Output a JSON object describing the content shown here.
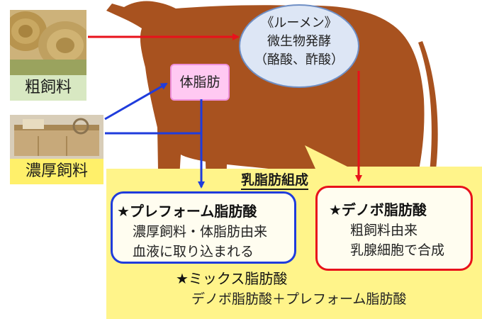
{
  "feeds": {
    "roughage_label": "粗飼料",
    "concentrate_label": "濃厚飼料"
  },
  "rumen": {
    "title": "《ルーメン》",
    "line1": "微生物発酵",
    "line2": "（酪酸、酢酸）"
  },
  "body_fat_label": "体脂肪",
  "milk_fat": {
    "title": "乳脂肪組成",
    "preformed": {
      "title": "★プレフォーム脂肪酸",
      "line1": "濃厚飼料・体脂肪由来",
      "line2": "血液に取り込まれる"
    },
    "denovo": {
      "title": "★デノボ脂肪酸",
      "line1": "粗飼料由来",
      "line2": "乳腺細胞で合成"
    },
    "mixed": {
      "title": "★ミックス脂肪酸",
      "line1": "デノボ脂肪酸＋プレフォーム脂肪酸"
    }
  },
  "colors": {
    "cow": "#a8521f",
    "panel": "#fff48a",
    "red_arrow": "#e8121b",
    "blue_arrow": "#1f3cdc",
    "rumen_fill": "#dde6f5",
    "rumen_stroke": "#6f8fc5",
    "preformed_border": "#1f3cdc",
    "denovo_border": "#e8121b"
  },
  "icons": [
    "hay-bale-photo",
    "feed-box-photo"
  ]
}
